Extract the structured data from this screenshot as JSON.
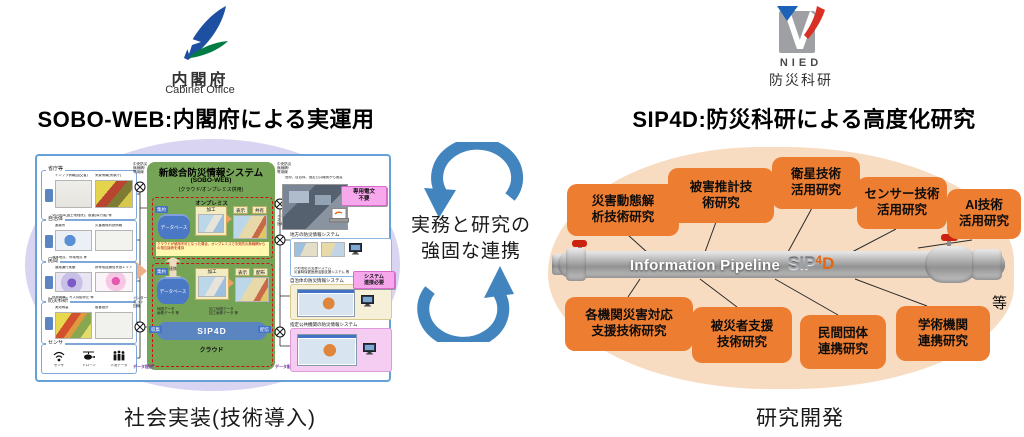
{
  "logos": {
    "cabinet_jp": "内閣府",
    "cabinet_en": "Cabinet Office",
    "nied_en": "NIED",
    "nied_jp": "防災科研"
  },
  "headings": {
    "left": "SOBO-WEB:内閣府による実運用",
    "right": "SIP4D:防災科研による高度化研究"
  },
  "center_link": {
    "line1": "実務と研究の",
    "line2": "強固な連携"
  },
  "bottom_labels": {
    "left": "社会実装(技術導入)",
    "right": "研究開発"
  },
  "colors": {
    "bubble_orange": "#ED7D31",
    "blob_peach": "#F8DCC2",
    "ellipse_lavender": "#D8D4F1",
    "arrow_blue": "#4285BE",
    "panel_green": "#76A457",
    "dashed_red": "#CC1111",
    "sip4d_blue": "#5B85C0"
  },
  "sobo_diagram": {
    "title": "新総合防災情報システム",
    "subtitle1": "(SOBO-WEB)",
    "subtitle2": "(クラウド/オンプレミス併用)",
    "onpremise_label": "オンプレミス",
    "cloud_label": "クラウド",
    "link_arrow_label": "連携",
    "sip4d_bar_label": "SIP4D",
    "onpremise_note": "クラウドが使用不可となった場合、オンプレミスで中央防災無線網からの相互接続を維持",
    "data_note_left": "地図データ\n画像データ 等",
    "data_note_right": "加工地図データ\n加工画像データ 等",
    "tags": {
      "collect": "収集",
      "aggregate": "集約",
      "deliver": "配信",
      "process": "加工",
      "display": "表示",
      "share": "共有",
      "distribute": "配布",
      "database": "データベース"
    },
    "sources": [
      {
        "label": "省庁等",
        "cap_a": "インフラ情報(国交省)",
        "cap_b": "気象情報(気象庁)",
        "cap_bottom": "空中写真(国土地理院)、被害(厚労省) 等"
      },
      {
        "label": "自治体",
        "cap_a": "避難所",
        "cap_b": "災害画像判読情報",
        "cap_bottom": "浸水地点、停電地点 等"
      },
      {
        "label": "民間",
        "cap_a": "道路通行実績",
        "cap_b": "携帯電話通信状態エリア",
        "cap_bottom": "停電情報、ガス供給停止 等"
      },
      {
        "label": "防災科研",
        "cap_a": "実効雨量",
        "cap_b": "被害推計",
        "cap_bottom": ""
      }
    ],
    "sensor_box": {
      "label": "センサ",
      "items": [
        "センサ",
        "ドローン",
        "人流データ"
      ]
    },
    "line_labels": {
      "chuo_musen_left": "中央防災\n無線網/\n専用線",
      "chuo_musen_right": "中央防災\n無線網/\n専用線",
      "internet_left": "インター\nネット\n回線",
      "internet_right": "インター\nネット\n回線",
      "data_teikyo": "データ提供",
      "data_haishin": "データ配信"
    },
    "right_column": {
      "viewer_caption": "官邸、自治体、指定公共機関から閲覧",
      "no_dedicated_msg": "専用電文\n不要",
      "chiho_title": "地方の防災情報システム",
      "chiho_caption": "ため池防災支援システム\n災害時保健医療活動支援システム 等",
      "jichitai_title": "自治体の防災情報システム",
      "system_connect": "システム\n連接必要",
      "kokyo_title": "指定公共機関の防災情報システム"
    }
  },
  "sip4d_research": {
    "pipeline_label": "Information Pipeline",
    "pipeline_logo": {
      "sip": "SIP",
      "four": "4",
      "d": "D"
    },
    "etc": "等",
    "top_bubbles": [
      {
        "line1": "災害動態解",
        "line2": "析技術研究"
      },
      {
        "line1": "被害推計技",
        "line2": "術研究"
      },
      {
        "line1": "衛星技術",
        "line2": "活用研究"
      },
      {
        "line1": "センサー技術",
        "line2": "活用研究"
      },
      {
        "line1": "AI技術",
        "line2": "活用研究"
      }
    ],
    "bottom_bubbles": [
      {
        "line1": "各機関災害対応",
        "line2": "支援技術研究"
      },
      {
        "line1": "被災者支援",
        "line2": "技術研究"
      },
      {
        "line1": "民間団体",
        "line2": "連携研究"
      },
      {
        "line1": "学術機関",
        "line2": "連携研究"
      }
    ]
  }
}
